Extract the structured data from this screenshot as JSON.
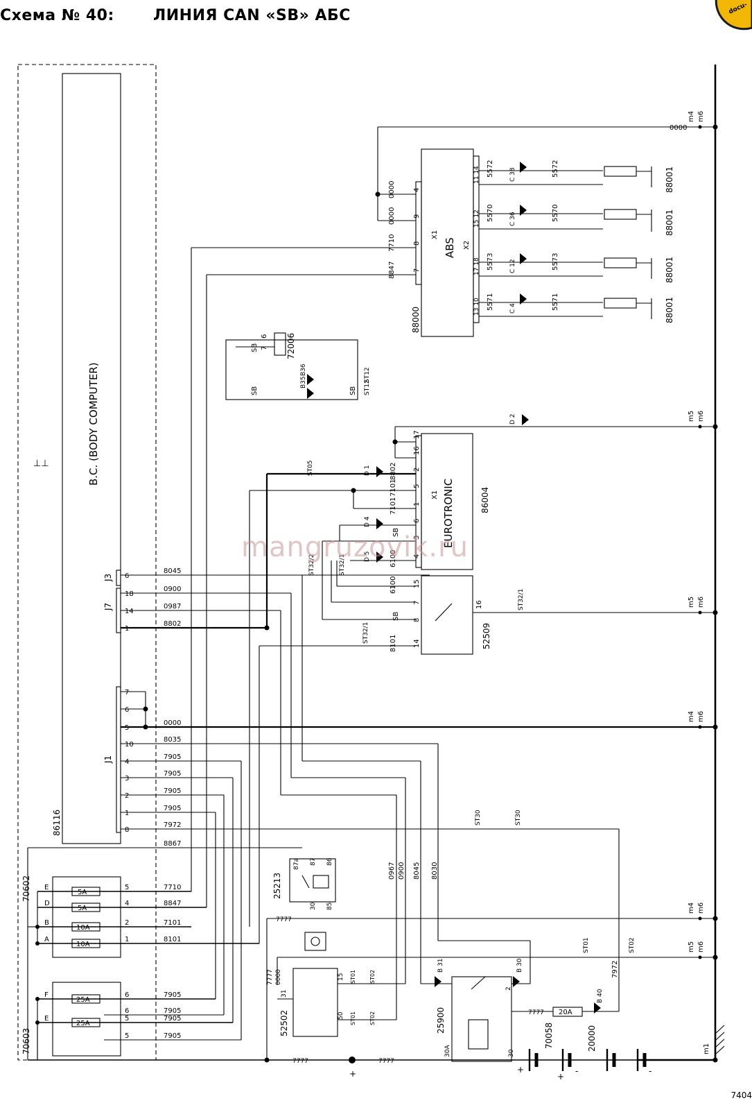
{
  "title": {
    "scheme": "Схема № 40:",
    "name": "ЛИНИЯ CAN «SB» АБС"
  },
  "logo_text": "docu-",
  "watermark": "mangruzovik.ru",
  "footer_code": "7404",
  "body_computer": {
    "label": "B.C. (BODY COMPUTER)",
    "symbol": "⊥⊥",
    "code": "86116",
    "connectors": [
      "J3",
      "J7",
      "J1"
    ],
    "pins": [
      "6",
      "18",
      "14",
      "1",
      "7",
      "6",
      "5",
      "10",
      "4",
      "3",
      "2",
      "1",
      "8"
    ]
  },
  "grounds": [
    {
      "m": "m4",
      "sub": "m6"
    },
    {
      "m": "m5",
      "sub": "m6"
    },
    {
      "m": "m5",
      "sub": "m6"
    },
    {
      "m": "m4",
      "sub": "m6"
    },
    {
      "m": "m4",
      "sub": "m6"
    },
    {
      "m": "m5",
      "sub": "m6"
    },
    {
      "m": "m1"
    }
  ],
  "abs": {
    "label": "ABS",
    "code": "88000",
    "connectors": [
      "X1",
      "X2"
    ],
    "x1_pins": [
      "4",
      "9",
      "8",
      "7"
    ],
    "x1_wires": [
      "0000",
      "0000",
      "7710",
      "8847"
    ],
    "sensors": [
      {
        "pins": "11 14",
        "wires": [
          "5572",
          "5572"
        ],
        "conn": "C 38",
        "code": "88001"
      },
      {
        "pins": "15 12",
        "wires": [
          "5570",
          "5570"
        ],
        "conn": "C 36",
        "code": "88001"
      },
      {
        "pins": "17 18",
        "wires": [
          "5573",
          "5573"
        ],
        "conn": "C 12",
        "code": "88001"
      },
      {
        "pins": "13 10",
        "wires": [
          "5571",
          "5571"
        ],
        "conn": "C 4",
        "code": "88001"
      }
    ]
  },
  "diag_72006": {
    "code": "72006",
    "pins": [
      "7",
      "6"
    ],
    "labels": [
      "SB",
      "SB",
      "SB"
    ],
    "conn": [
      "B35",
      "B36",
      "ST12",
      "ST12"
    ]
  },
  "eurotronic": {
    "label": "EUROTRONIC",
    "code": "86004",
    "connector": "X1",
    "pins": [
      "17",
      "16",
      "2",
      "5",
      "1",
      "6",
      "3",
      "4"
    ],
    "wires": [
      "8802",
      "7101",
      "7101",
      "6100"
    ],
    "tags": [
      "D 2",
      "D 1",
      "ST05",
      "D 4",
      "D 5",
      "ST32/2",
      "ST32/1",
      "SB"
    ]
  },
  "switch_52509": {
    "code": "52509",
    "pins": [
      "15",
      "7",
      "8",
      "14",
      "16"
    ],
    "wires": [
      "6100",
      "8101"
    ],
    "tags": [
      "ST32/1",
      "SB",
      "ST32/1"
    ]
  },
  "bc_wires": [
    "8045",
    "0900",
    "0987",
    "8802",
    "0000",
    "8035",
    "7905",
    "7905",
    "7905",
    "7905",
    "7972",
    "8867"
  ],
  "fuse_70602": {
    "code": "70602",
    "rows": [
      {
        "left": "E",
        "rating": "5A",
        "pin": "5",
        "wire": "7710"
      },
      {
        "left": "D",
        "rating": "5A",
        "pin": "4",
        "wire": "8847"
      },
      {
        "left": "B",
        "rating": "10A",
        "pin": "2",
        "wire": "7101"
      },
      {
        "left": "A",
        "rating": "10A",
        "pin": "1",
        "wire": "8101"
      }
    ]
  },
  "fuse_70603": {
    "code": "70603",
    "rows": [
      {
        "left": "F",
        "rating": "25A",
        "pin": "6",
        "wire": "7905"
      },
      {
        "left": "",
        "rating": "",
        "pin": "6",
        "wire": "7905"
      },
      {
        "left": "E",
        "rating": "25A",
        "pin": "5",
        "wire": "7905"
      },
      {
        "left": "",
        "rating": "",
        "pin": "5",
        "wire": "7905"
      }
    ]
  },
  "relay_25213": {
    "code": "25213",
    "pins": [
      "87a",
      "87",
      "86",
      "30",
      "85"
    ]
  },
  "ignition_52502": {
    "code": "52502",
    "pins": [
      "15",
      "50",
      "31"
    ],
    "wires": [
      "0000",
      "7777"
    ],
    "tags": [
      "ST01",
      "ST02",
      "ST01",
      "ST02"
    ]
  },
  "relay_25900": {
    "code": "25900",
    "pins": [
      "2",
      "30A",
      "30"
    ],
    "tags": [
      "B 31",
      "B 30"
    ]
  },
  "fuse_70058": {
    "code": "70058",
    "rating": "20A",
    "tag": "B 40"
  },
  "battery_20000": {
    "code": "20000",
    "signs": [
      "+",
      "+",
      "-",
      "-",
      "+"
    ]
  },
  "vertical_wires": [
    "0967",
    "0900",
    "8045",
    "8030",
    "7972"
  ],
  "misc_tags": [
    "ST30",
    "ST30",
    "ST01",
    "ST02",
    "7777",
    "7777",
    "7777",
    "7777"
  ]
}
